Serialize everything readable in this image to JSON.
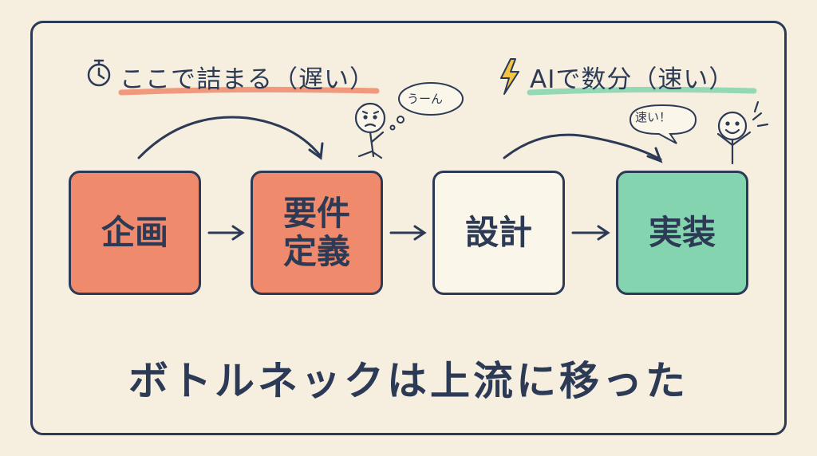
{
  "captions": {
    "slow": "ここで詰まる（遅い）",
    "fast": "AIで数分（速い）"
  },
  "steps": [
    {
      "lines": [
        "企画"
      ],
      "color": "#ef8a6c"
    },
    {
      "lines": [
        "要件",
        "定義"
      ],
      "color": "#ef8a6c"
    },
    {
      "lines": [
        "設計"
      ],
      "color": "#fbf6ea"
    },
    {
      "lines": [
        "実装"
      ],
      "color": "#84d4af"
    }
  ],
  "bubbles": {
    "hmm": "うーん",
    "wow": "速い！"
  },
  "conclusion": "ボトルネックは上流に移った",
  "icons": {
    "slow": "stopwatch-icon",
    "fast": "lightning-icon"
  },
  "colors": {
    "slow_accent": "#ef8a6c",
    "fast_accent": "#84d4af",
    "ink": "#2c3a55",
    "background": "#f6efdf",
    "lightning": "#f4c542"
  }
}
